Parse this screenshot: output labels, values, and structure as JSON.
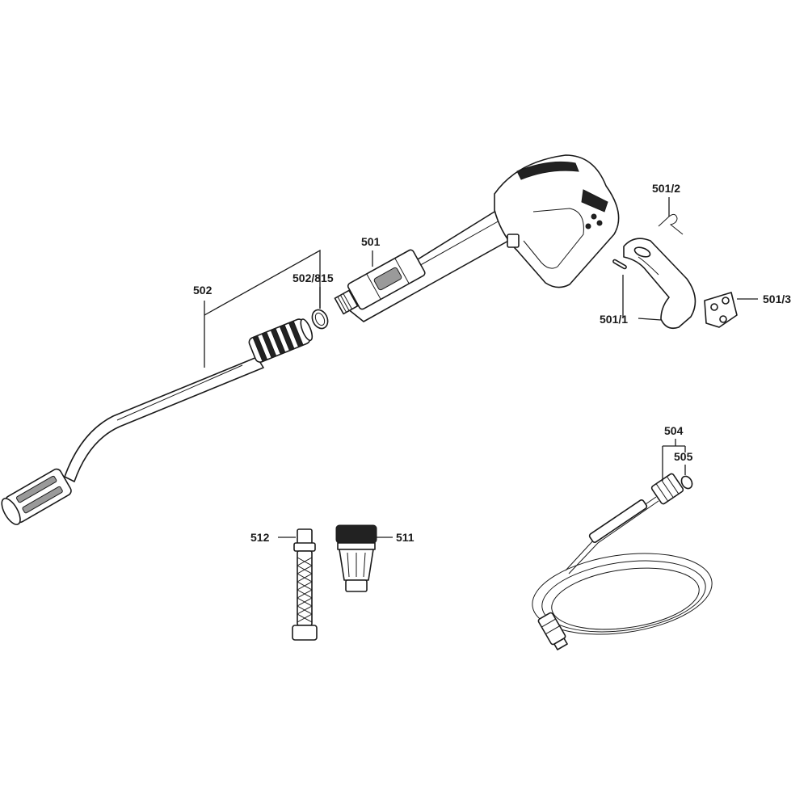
{
  "labels": {
    "p501": "501",
    "p501_1": "501/1",
    "p501_2": "501/2",
    "p501_3": "501/3",
    "p502": "502",
    "p502_815": "502/815",
    "p504": "504",
    "p505": "505",
    "p511": "511",
    "p512": "512"
  }
}
